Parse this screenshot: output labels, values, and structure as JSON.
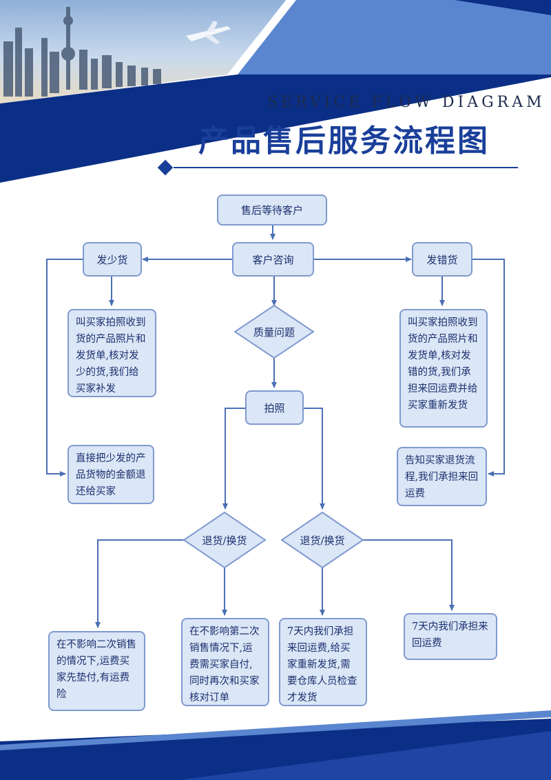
{
  "header": {
    "subtitle": "SERVICE FLOW DIAGRAM",
    "title": "产品售后服务流程图"
  },
  "colors": {
    "primary_blue": "#1a3f9a",
    "dark_blue": "#0b2f86",
    "light_blue": "#5a85cf",
    "node_fill": "#dbe6f6",
    "node_border": "#7f9ad0",
    "arrow": "#4a6fb5"
  },
  "nodes": {
    "start": "售后等待客户",
    "consult": "客户咨询",
    "short": "发少货",
    "wrong": "发错货",
    "quality": "质量问题",
    "photo": "拍照",
    "short_step1": "叫买家拍照收到货的产品照片和发货单,核对发少的货,我们给买家补发",
    "short_step2": "直接把少发的产品货物的金额退还给买家",
    "wrong_step1": "叫买家拍照收到货的产品照片和发货单,核对发错的货,我们承担来回运费并给买家重新发货",
    "wrong_step2": "告知买家退货流程,我们承担来回运费",
    "return_left": "退货/换货",
    "return_right": "退货/换货",
    "out1": "在不影响二次销售的情况下,运费买家先垫付,有运费险",
    "out2": "在不影响第二次销售情况下,运费需买家自付,同时再次和买家核对订单",
    "out3": "7天内我们承担来回运费,给买家重新发货,需要仓库人员检查才发货",
    "out4": "7天内我们承担来回运费"
  },
  "decorations": {
    "skyline-image": "city-skyline-with-airplane"
  }
}
